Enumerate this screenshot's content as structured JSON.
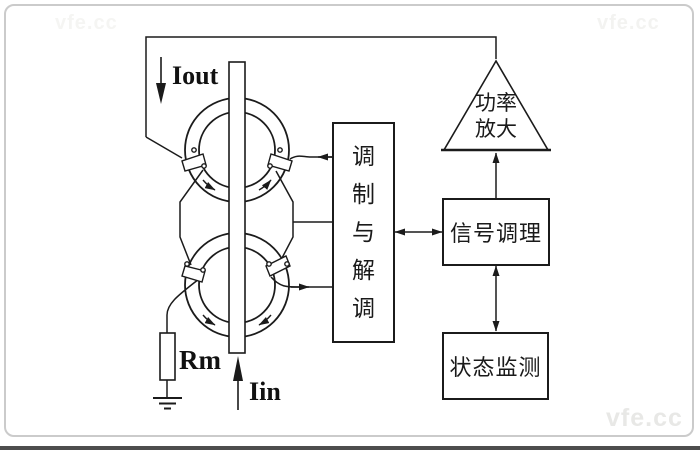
{
  "diagram": {
    "title_semantics": "fluxgate current sensor block diagram",
    "labels": {
      "iout": "Iout",
      "iin": "Iin",
      "rm": "Rm"
    },
    "blocks": {
      "power_amp_line1": "功率",
      "power_amp_line2": "放大",
      "mod_demod": "调制与解调",
      "signal_conditioning": "信号调理",
      "status_monitoring": "状态监测"
    },
    "watermark": "vfe.cc",
    "colors": {
      "line": "#1b1b1b",
      "card_border": "#cbcbcb",
      "bottom_strip": "#4d4d4d",
      "watermark_bottom": "#e8e8e6",
      "watermark_top": "#f3f3f1"
    }
  }
}
